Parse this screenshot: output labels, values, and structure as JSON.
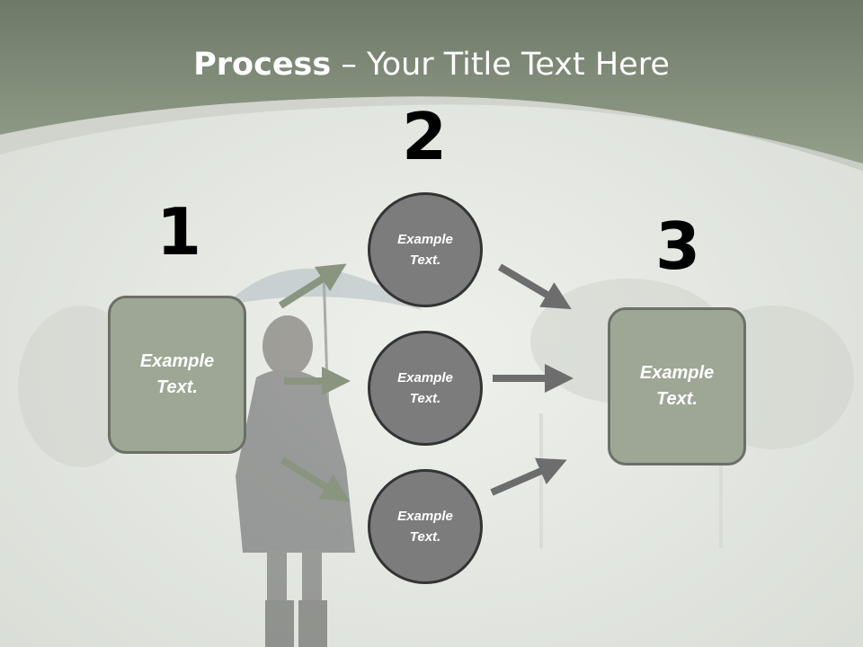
{
  "title": {
    "bold": "Process",
    "rest": " – Your Title Text Here"
  },
  "step_numbers": [
    "1",
    "2",
    "3"
  ],
  "left_box": {
    "text": "Example\nText."
  },
  "right_box": {
    "text": "Example\nText."
  },
  "circles": [
    {
      "text": "Example\nText."
    },
    {
      "text": "Example\nText."
    },
    {
      "text": "Example\nText."
    }
  ],
  "colors": {
    "header_band": "#7f8b77",
    "background": "#e3e6e1",
    "box_fill": "#9ea795",
    "circle_fill": "#7c7c7c",
    "arrow_green": "#8a9580",
    "arrow_gray": "#6d6d6d"
  }
}
